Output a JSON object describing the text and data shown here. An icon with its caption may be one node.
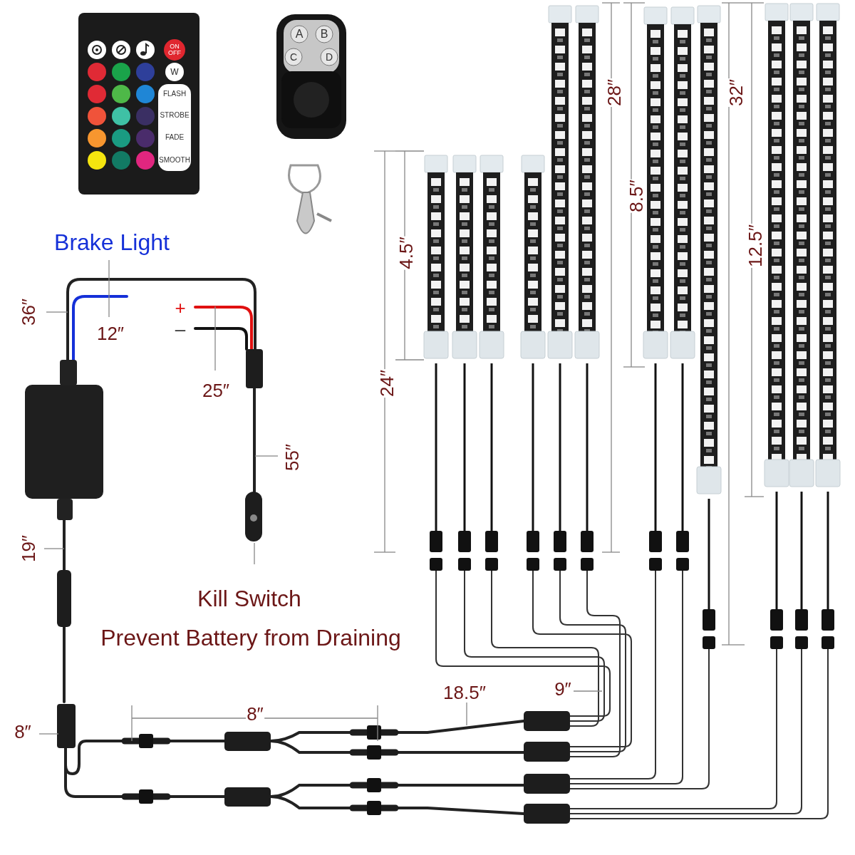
{
  "diagram": {
    "labels": [
      "ON OFF",
      "W",
      "FLASH",
      "STROBE",
      "FADE",
      "SMOOTH",
      "A",
      "B",
      "C",
      "D",
      "28″",
      "32″",
      "4.5″",
      "8.5″",
      "12.5″",
      "Brake Light",
      "36″",
      "12″",
      "+",
      "–",
      "24″",
      "25″",
      "55″",
      "19″",
      "Kill Switch",
      "Prevent Battery from Draining",
      "18.5″",
      "9″",
      "8″",
      "8″"
    ]
  }
}
